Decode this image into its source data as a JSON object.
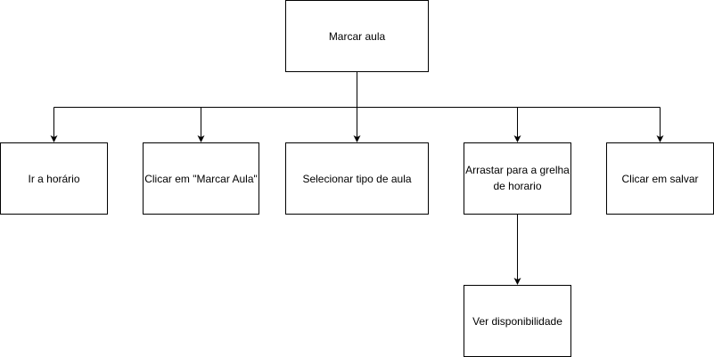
{
  "diagram": {
    "root": "Marcar aula",
    "steps": [
      "Ir a horário",
      "Clicar em \"Marcar Aula\"",
      "Selecionar tipo de aula",
      "Arrastar para a grelha de horario",
      "Clicar em salvar"
    ],
    "sub_step": "Ver disponibilidade"
  }
}
